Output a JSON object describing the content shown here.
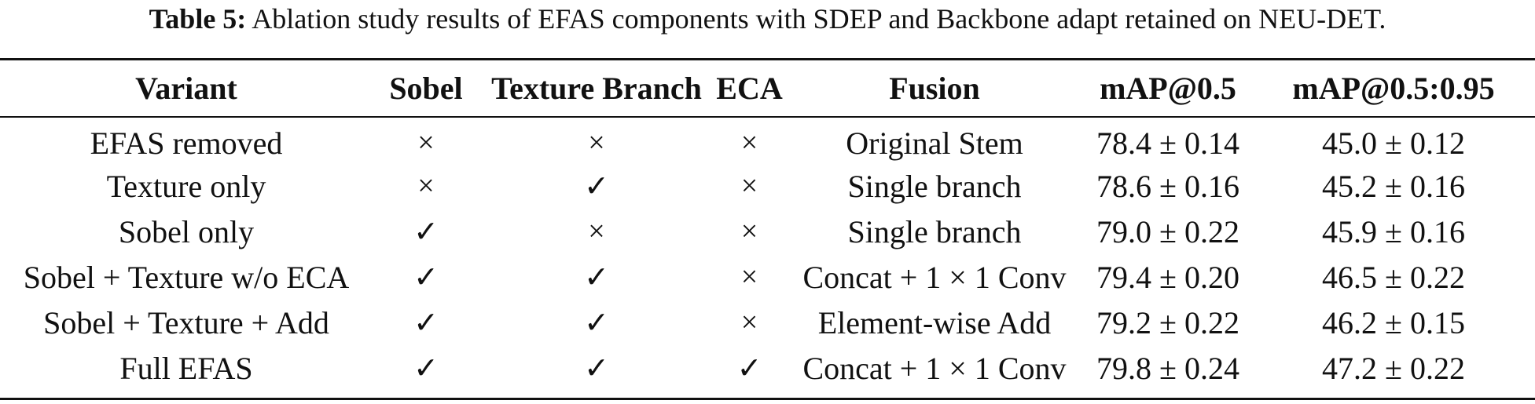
{
  "caption": {
    "label": "Table 5:",
    "text": "Ablation study results of EFAS components with SDEP and Backbone adapt retained on NEU-DET."
  },
  "table": {
    "headers": [
      "Variant",
      "Sobel",
      "Texture Branch",
      "ECA",
      "Fusion",
      "mAP@0.5",
      "mAP@0.5:0.95"
    ],
    "rows": [
      [
        "EFAS removed",
        "×",
        "×",
        "×",
        "Original Stem",
        "78.4 ± 0.14",
        "45.0 ± 0.12"
      ],
      [
        "Texture only",
        "×",
        "✓",
        "×",
        "Single branch",
        "78.6 ± 0.16",
        "45.2 ± 0.16"
      ],
      [
        "Sobel only",
        "✓",
        "×",
        "×",
        "Single branch",
        "79.0 ± 0.22",
        "45.9 ± 0.16"
      ],
      [
        "Sobel + Texture w/o ECA",
        "✓",
        "✓",
        "×",
        "Concat + 1 × 1 Conv",
        "79.4 ± 0.20",
        "46.5 ± 0.22"
      ],
      [
        "Sobel + Texture + Add",
        "✓",
        "✓",
        "×",
        "Element-wise Add",
        "79.2 ± 0.22",
        "46.2 ± 0.15"
      ],
      [
        "Full EFAS",
        "✓",
        "✓",
        "✓",
        "Concat + 1 × 1 Conv",
        "79.8 ± 0.24",
        "47.2 ± 0.22"
      ]
    ]
  }
}
